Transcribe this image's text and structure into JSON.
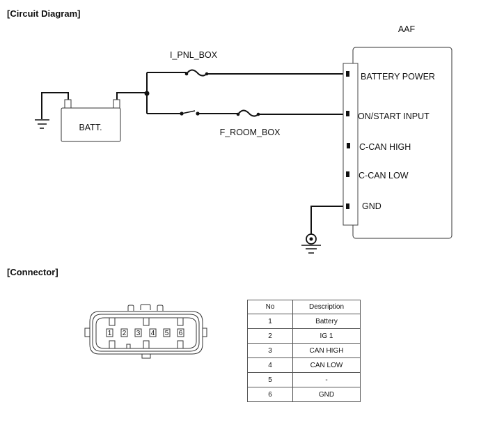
{
  "sections": {
    "circuit_title": "[Circuit Diagram]",
    "connector_title": "[Connector]"
  },
  "circuit": {
    "module_name": "AAF",
    "battery_label": "BATT.",
    "fuse_top_label": "I_PNL_BOX",
    "fuse_bottom_label": "F_ROOM_BOX",
    "pins": [
      {
        "label": "BATTERY POWER",
        "wired": true
      },
      {
        "label": "ON/START INPUT",
        "wired": true
      },
      {
        "label": "C-CAN HIGH",
        "wired": false
      },
      {
        "label": "C-CAN LOW",
        "wired": false
      },
      {
        "label": "GND",
        "wired": true
      }
    ]
  },
  "connector": {
    "pin_numbers": [
      "1",
      "2",
      "3",
      "4",
      "5",
      "6"
    ],
    "table": {
      "headers": [
        "No",
        "Description"
      ],
      "rows": [
        [
          "1",
          "Battery"
        ],
        [
          "2",
          "IG 1"
        ],
        [
          "3",
          "CAN HIGH"
        ],
        [
          "4",
          "CAN LOW"
        ],
        [
          "5",
          "-"
        ],
        [
          "6",
          "GND"
        ]
      ]
    }
  }
}
